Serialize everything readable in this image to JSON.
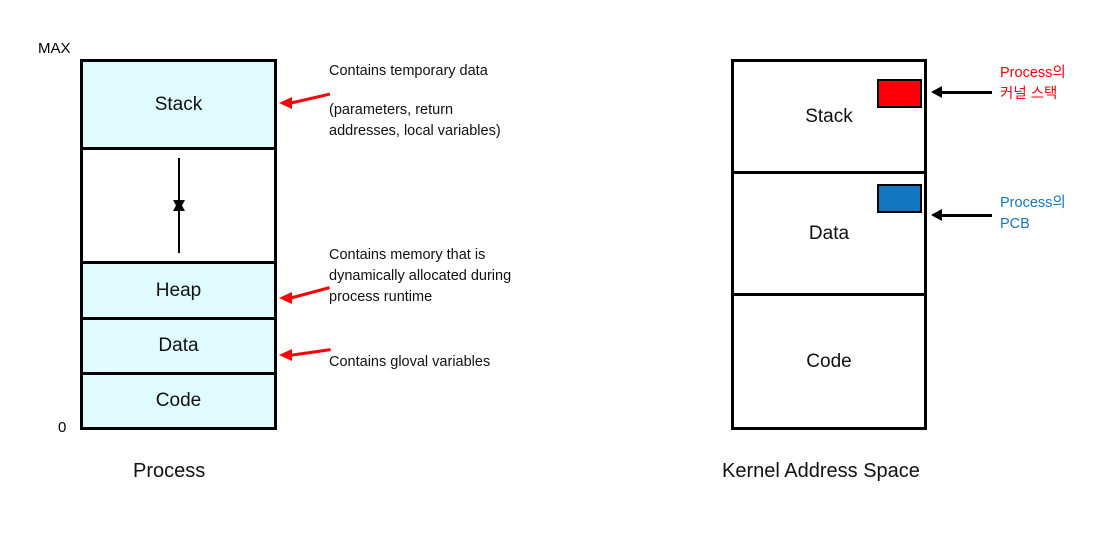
{
  "diagram": {
    "title_process": "Process",
    "title_kernel": "Kernel Address Space",
    "axis": {
      "max_label": "MAX",
      "zero_label": "0"
    },
    "colors": {
      "segment_fill": "#e0fbfd",
      "outline": "#000000",
      "annotation_red": "#fb0007",
      "annotation_blue": "#1277c0",
      "kernel_stack_chip": "#fb0007",
      "kernel_pcb_chip": "#1277c0"
    },
    "process_segments": [
      {
        "label": "Stack"
      },
      {
        "label": ""
      },
      {
        "label": "Heap"
      },
      {
        "label": "Data"
      },
      {
        "label": "Code"
      }
    ],
    "process_notes": [
      {
        "line1": "Contains temporary data"
      },
      {
        "line1": "(parameters, return",
        "line2": "addresses, local variables)"
      },
      {
        "line1": "Contains memory that is",
        "line2": "dynamically allocated during",
        "line3": "process runtime"
      },
      {
        "line1": "Contains gloval variables"
      }
    ],
    "kernel_segments": [
      {
        "label": "Stack"
      },
      {
        "label": "Data"
      },
      {
        "label": "Code"
      }
    ],
    "kernel_notes": [
      {
        "line1": "Process의",
        "line2": "커널 스택"
      },
      {
        "line1": "Process의",
        "line2": "PCB"
      }
    ]
  }
}
